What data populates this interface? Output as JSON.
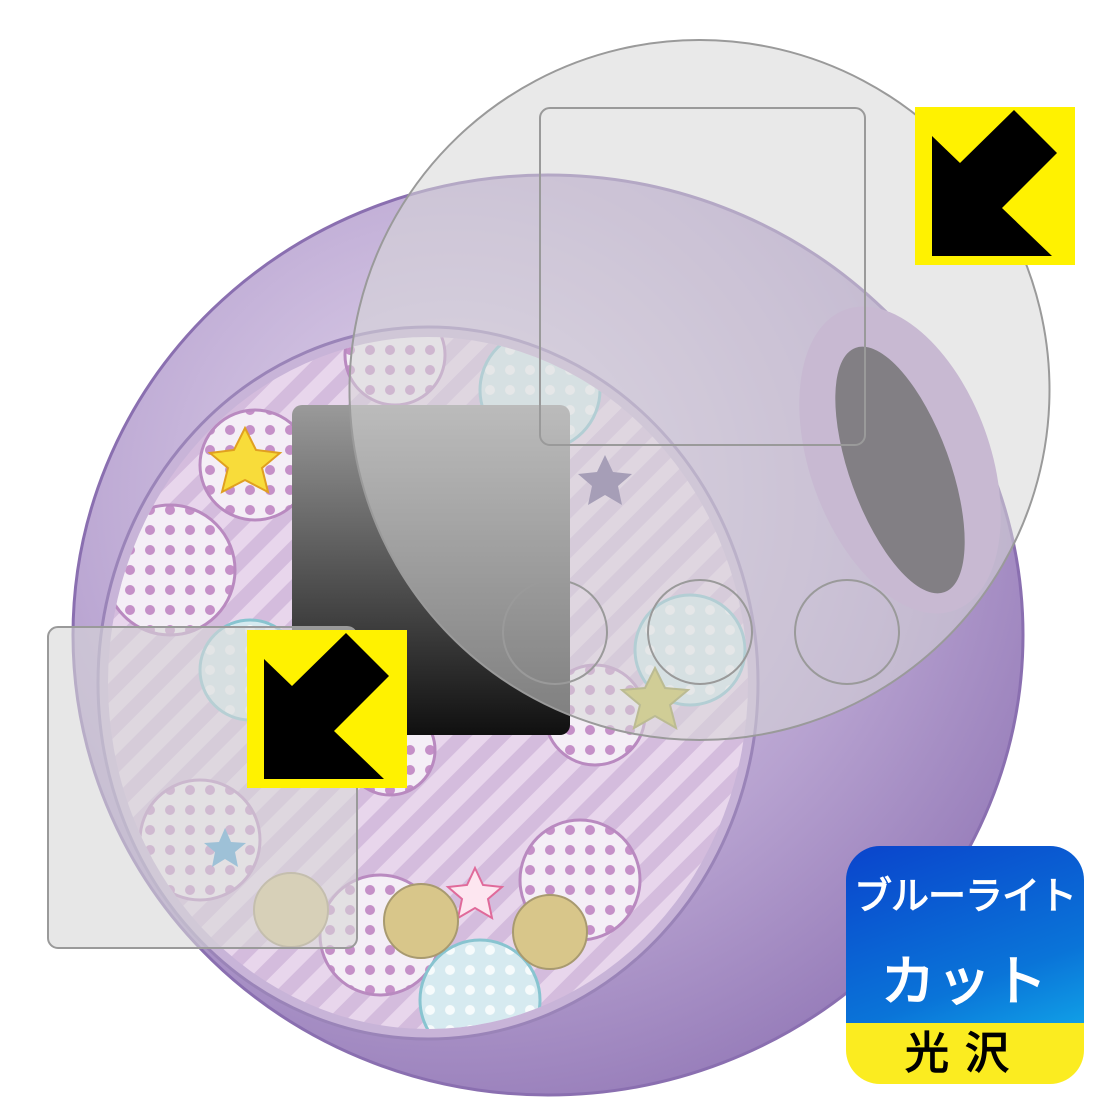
{
  "badge": {
    "line1": "ブルーライト",
    "line2": "カット",
    "finish": "光沢"
  },
  "colors": {
    "device_body": "#a58fc4",
    "badge_blue": "#0a5ad0",
    "badge_yellow": "#fbec20",
    "arrow_box_yellow": "#fff200",
    "film_overlay": "#d8d8d8"
  },
  "icons": [
    "arrow-down-left-icon",
    "arrow-down-left-icon"
  ]
}
